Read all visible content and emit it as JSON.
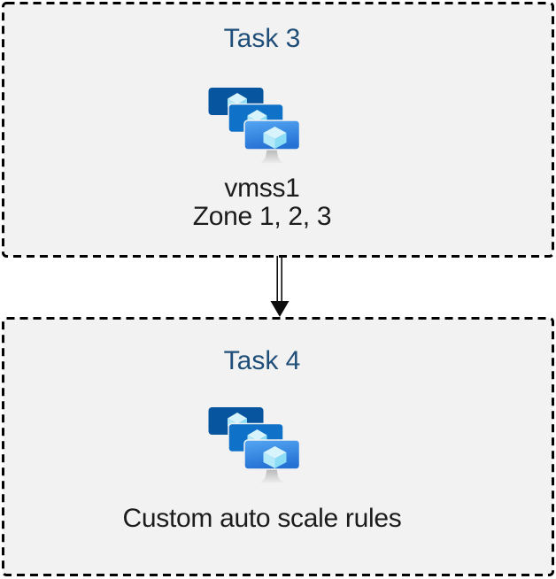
{
  "diagram": {
    "colors": {
      "page_bg": "#FFFFFF",
      "box_fill": "#F2F2F2",
      "box_border": "#000000",
      "title_color": "#1F4E79",
      "text_color": "#1C1C1C",
      "connector_color": "#0D0D0D",
      "monitor_back": "#07559F",
      "monitor_middle": "#0F72C8",
      "monitor_front_top": "#55A7F3",
      "monitor_front_bottom": "#2471D4",
      "cube_top": "#D7F3FC",
      "cube_left": "#B3E9F9",
      "cube_right": "#8BDDF6",
      "stand_top": "#B5B5B5",
      "stand_bottom": "#EFEFEF"
    },
    "tasks": [
      {
        "title": "Task 3",
        "icon": "vm-scale-sets-icon",
        "caption_lines": [
          "vmss1",
          "Zone 1, 2, 3"
        ]
      },
      {
        "title": "Task 4",
        "icon": "vm-scale-sets-icon",
        "caption_lines": [
          "Custom auto scale rules"
        ]
      }
    ],
    "connector": {
      "shape": "double-line-arrow",
      "direction": "down"
    }
  }
}
